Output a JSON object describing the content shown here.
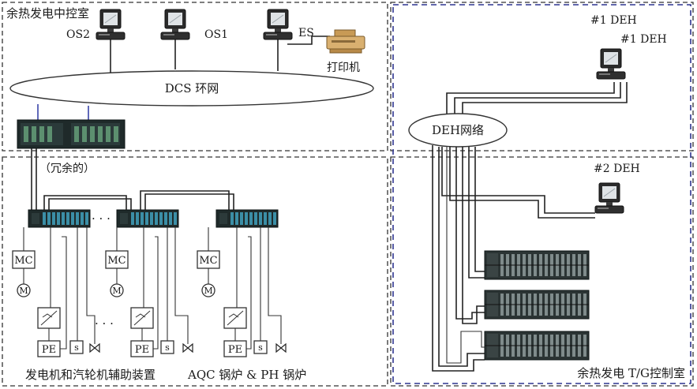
{
  "regions": {
    "dcs_control_room": "余热发电中控室",
    "tg_control_room": "余热发电 T/G控制室"
  },
  "workstations": {
    "os2": "OS2",
    "os1": "OS1",
    "es": "ES",
    "printer": "打印机",
    "deh1_outer": "#1 DEH",
    "deh1_inner": "#1 DEH",
    "deh2": "#2 DEH"
  },
  "networks": {
    "dcs_ring": "DCS 环网",
    "deh_network": "DEH网络"
  },
  "controllers": {
    "redundant": "（冗余的）"
  },
  "field": {
    "mc": "MC",
    "motor": "M",
    "pe": "PE",
    "switch": "s",
    "dots": "· · ·"
  },
  "bottom_labels": {
    "aux_devices": "发电机和汽轮机辅助装置",
    "boilers": "AQC 锅炉 & PH 锅炉"
  },
  "colors": {
    "blue_border": "#2f3590",
    "wire": "#222222",
    "rack_dark": "#1f2a2a",
    "rack_module": "#3b8ea6",
    "printer_body": "#d9b070"
  }
}
